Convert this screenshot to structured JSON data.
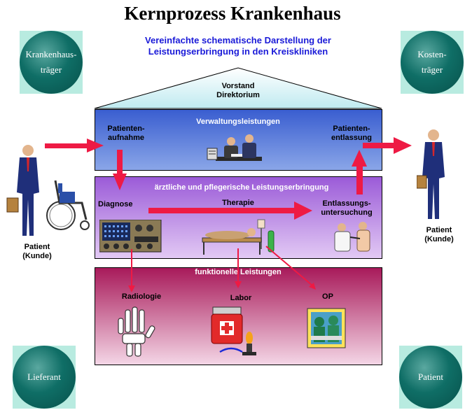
{
  "title": "Kernprozess Krankenhaus",
  "subtitle": "Vereinfachte schematische Darstellung der\nLeistungserbringung in den Kreiskliniken",
  "corners": {
    "top_left": [
      "Krankenhaus-",
      "träger"
    ],
    "top_right": [
      "Kosten-",
      "träger"
    ],
    "bottom_left": [
      "Lieferant"
    ],
    "bottom_right": [
      "Patient"
    ]
  },
  "roof": {
    "label": "Vorstand\nDirektorium"
  },
  "admin": {
    "title": "Verwaltungsleistungen",
    "admission": "Patienten-\naufnahme",
    "discharge": "Patienten-\nentlassung"
  },
  "care": {
    "title": "ärztliche und pflegerische Leistungserbringung",
    "diagnosis": "Diagnose",
    "therapy": "Therapie",
    "discharge_exam": "Entlassungs-\nuntersuchung"
  },
  "functional": {
    "title": "funktionelle  Leistungen",
    "radiology": "Radiologie",
    "lab": "Labor",
    "op": "OP"
  },
  "patient_left": "Patient\n(Kunde)",
  "patient_right": "Patient\n(Kunde)",
  "colors": {
    "arrow": "#ee1a44",
    "admin_box": "#5b84d8",
    "care_box": "#b27be0",
    "func_box": "#c2306e",
    "roof": "#d8f4f6",
    "title_blue": "#1a1ad8"
  }
}
